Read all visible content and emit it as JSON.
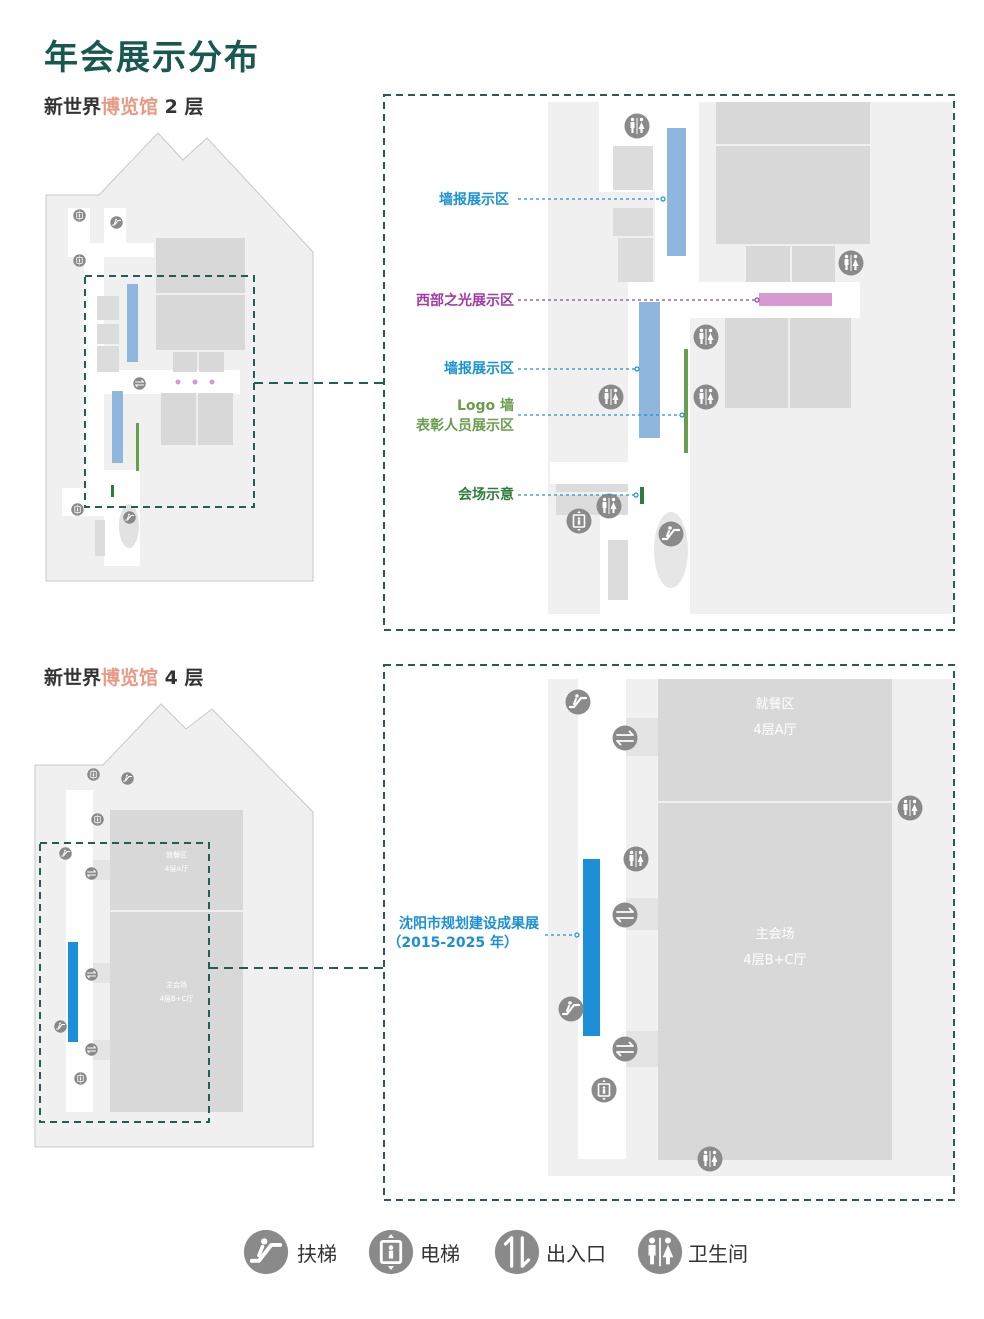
{
  "page_title": "年会展示分布",
  "floor2": {
    "prefix": "新世界",
    "highlight": "博览馆",
    "suffix": "2 层",
    "labels": {
      "wall1": "墙报展示区",
      "west": "西部之光展示区",
      "wall2": "墙报展示区",
      "logo_line1": "Logo 墙",
      "logo_line2": "表彰人员展示区",
      "venue": "会场示意"
    }
  },
  "floor4": {
    "prefix": "新世界",
    "highlight": "博览馆",
    "suffix": "4 层",
    "labels": {
      "exhibit_line1": "沈阳市规划建设成果展",
      "exhibit_line2": "（2015-2025 年）"
    },
    "halls": {
      "dining_name": "就餐区",
      "dining_room": "4层A厅",
      "main_name": "主会场",
      "main_room": "4层B+C厅"
    }
  },
  "legend": [
    {
      "icon": "escalator-icon",
      "label": "扶梯"
    },
    {
      "icon": "elevator-icon",
      "label": "电梯"
    },
    {
      "icon": "entrance-icon",
      "label": "出入口"
    },
    {
      "icon": "restroom-icon",
      "label": "卫生间"
    }
  ],
  "colors": {
    "title": "#17594f",
    "highlight": "#e79a86",
    "wall_board": "#8fb6dc",
    "west_light": "#d59bd0",
    "logo_wall": "#6a9e4f",
    "venue_marker": "#2e7d3a",
    "exhibit": "#1c8fd6",
    "dashed_frame": "#1f5f55"
  }
}
